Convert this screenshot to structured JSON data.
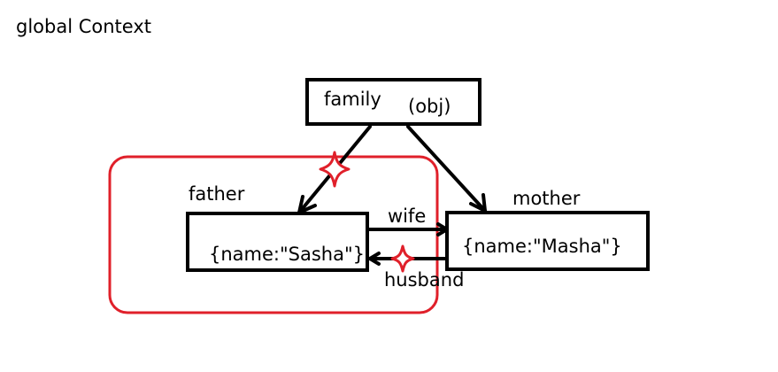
{
  "title": "global Context",
  "nodes": {
    "family": {
      "label": "family",
      "annotation": "(obj)"
    },
    "father": {
      "label": "father",
      "value": "{name:\"Sasha\"}"
    },
    "mother": {
      "label": "mother",
      "value": "{name:\"Masha\"}"
    }
  },
  "edges": {
    "wife": "wife",
    "husband": "husband"
  },
  "colors": {
    "ink": "#000000",
    "highlight": "#e0202a"
  }
}
